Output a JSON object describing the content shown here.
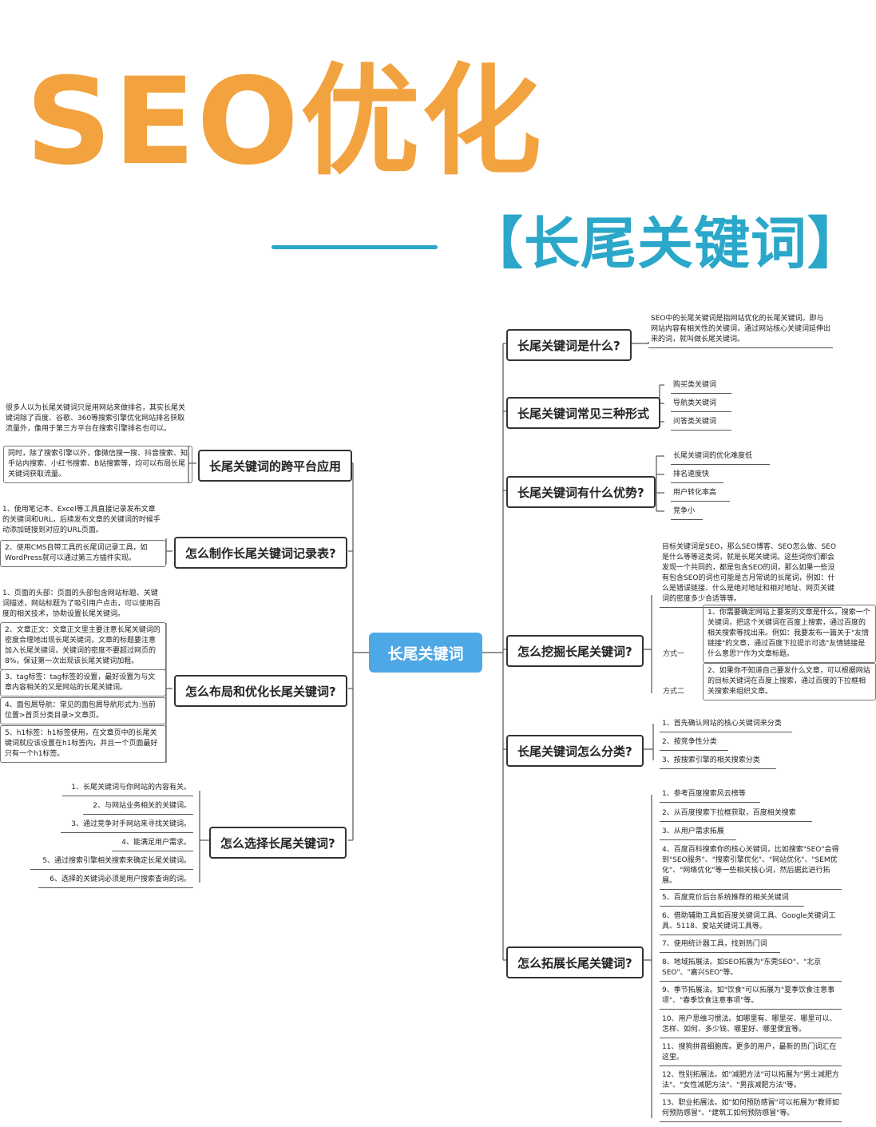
{
  "title": "SEO优化",
  "subtitle": "【长尾关键词】",
  "center": "长尾关键词",
  "branches": {
    "what": {
      "label": "长尾关键词是什么?",
      "leaves": [
        "SEO中的长尾关键词是指网站优化的长尾关键词。即与网站内容有相关性的关键词，通过网站核心关键词延伸出来的词，就叫做长尾关键词。"
      ]
    },
    "forms": {
      "label": "长尾关键词常见三种形式",
      "leaves": [
        "购买类关键词",
        "导航类关键词",
        "问答类关键词"
      ]
    },
    "advantages": {
      "label": "长尾关键词有什么优势?",
      "leaves": [
        "长尾关键词的优化难度低",
        "排名速度快",
        "用户转化率高",
        "竞争小"
      ]
    },
    "mining": {
      "label": "怎么挖掘长尾关键词?",
      "intro": "目标关键词是SEO，那么SEO博客、SEO怎么做、SEO是什么等等这类词，就是长尾关键词。这些词你们都会发现一个共同的，都是包含SEO的词，那么如果一些没有包含SEO的词也可能是古月常说的长尾词，例如：什么是错误链接、什么是绝对地址和相对地址、网页关键词的密度多少合适等等。",
      "method1_label": "方式一",
      "method1": "1、你需要确定网站上要发的文章是什么，搜索一个关键词，把这个关键词在百度上搜索，通过百度的相关搜索等找出来。例如：我要发布一篇关于\"友情链接\"的文章，通过百度下拉提示可选\"友情链接是什么意思?\"作为文章标题。",
      "method2_label": "方式二",
      "method2": "2、如果你不知道自己要发什么文章，可以根据网站的目标关键词在百度上搜索，通过百度的下拉框相关搜索来组织文章。"
    },
    "classify": {
      "label": "长尾关键词怎么分类?",
      "leaves": [
        "1、首先确认网站的核心关键词来分类",
        "2、按竞争性分类",
        "3、按搜索引擎的相关搜索分类"
      ]
    },
    "expand": {
      "label": "怎么拓展长尾关键词?",
      "leaves": [
        "1、参考百度搜索风云榜等",
        "2、从百度搜索下拉框获取，百度相关搜索",
        "3、从用户需求拓展",
        "4、百度百科搜索你的核心关键词，比如搜索\"SEO\"会得到\"SEO服务\"、\"搜索引擎优化\"、\"网站优化\"、\"SEM优化\"、\"网络优化\"等一些相关核心词，然后据此进行拓展。",
        "5、百度竞价后台系统推荐的相关关键词",
        "6、借助辅助工具如百度关键词工具、Google关键词工具、5118、爱站关键词工具等。",
        "7、使用统计器工具，找到热门词",
        "8、地域拓展法。如SEO拓展为\"东莞SEO\"、\"北京SEO\"、\"嘉兴SEO\"等。",
        "9、季节拓展法。如\"饮食\"可以拓展为\"夏季饮食注意事项\"、\"春季饮食注意事项\"等。",
        "10、用户思维习惯法。如哪里有、哪里买、哪里可以、怎样、如何、多少钱、哪里好、哪里便宜等。",
        "11、搜狗拼音细胞库。更多的用户，最新的热门词汇在这里。",
        "12、性别拓展法。如\"减肥方法\"可以拓展为\"男士减肥方法\"、\"女性减肥方法\"、\"男孩减肥方法\"等。",
        "13、职业拓展法。如\"如何预防感冒\"可以拓展为\"教师如何预防感冒\"、\"建筑工如何预防感冒\"等。"
      ]
    },
    "crossplatform": {
      "label": "长尾关键词的跨平台应用",
      "leaves": [
        "很多人以为长尾关键词只是用网站来做排名，其实长尾关键词除了百度、谷歌、360等搜索引擎优化网站排名获取流量外，像用于第三方平台在搜索引擎排名也可以。",
        "同时，除了搜索引擎以外，像微信搜一搜、抖音搜索、知乎站内搜索、小红书搜索、B站搜索等，均可以布局长尾关键词获取流量。"
      ]
    },
    "record": {
      "label": "怎么制作长尾关键词记录表?",
      "leaves": [
        "1、使用笔记本、Excel等工具直接记录发布文章的关键词和URL，后续发布文章的关键词的时候手动添加链接到对应的URL页面。",
        "2、使用CMS自带工具的长尾词记录工具，如WordPress就可以通过第三方插件实现。"
      ]
    },
    "layout": {
      "label": "怎么布局和优化长尾关键词?",
      "leaves": [
        "1、页面的头部：页面的头部包含网站标题、关键词描述，网站标题为了吸引用户点击，可以使用百度的相关技术，协助设置长尾关键词。",
        "2、文章正文：文章正文里主要注意长尾关键词的密度合理地出现长尾关键词，文章的标题要注意加入长尾关键词，关键词的密度不要超过网页的8%，保证第一次出现该长尾关键词加粗。",
        "3、tag标签：tag标签的设置，最好设置为与文章内容相关的又是网站的长尾关键词。",
        "4、面包屑导航：常见的面包屑导航形式为:当前位置>首页分类目录>文章页。",
        "5、h1标签：h1标签使用，在文章页中的长尾关键词就应该设置在h1标签内，并且一个页面最好只有一个h1标签。"
      ]
    },
    "choose": {
      "label": "怎么选择长尾关键词?",
      "leaves": [
        "1、长尾关键词与你网站的内容有关。",
        "2、与网站业务相关的关键词。",
        "3、通过竞争对手网站来寻找关键词。",
        "4、能满足用户需求。",
        "5、通过搜索引擎相关搜索来确定长尾关键词。",
        "6、选择的关键词必须是用户搜索查询的词。"
      ]
    }
  }
}
